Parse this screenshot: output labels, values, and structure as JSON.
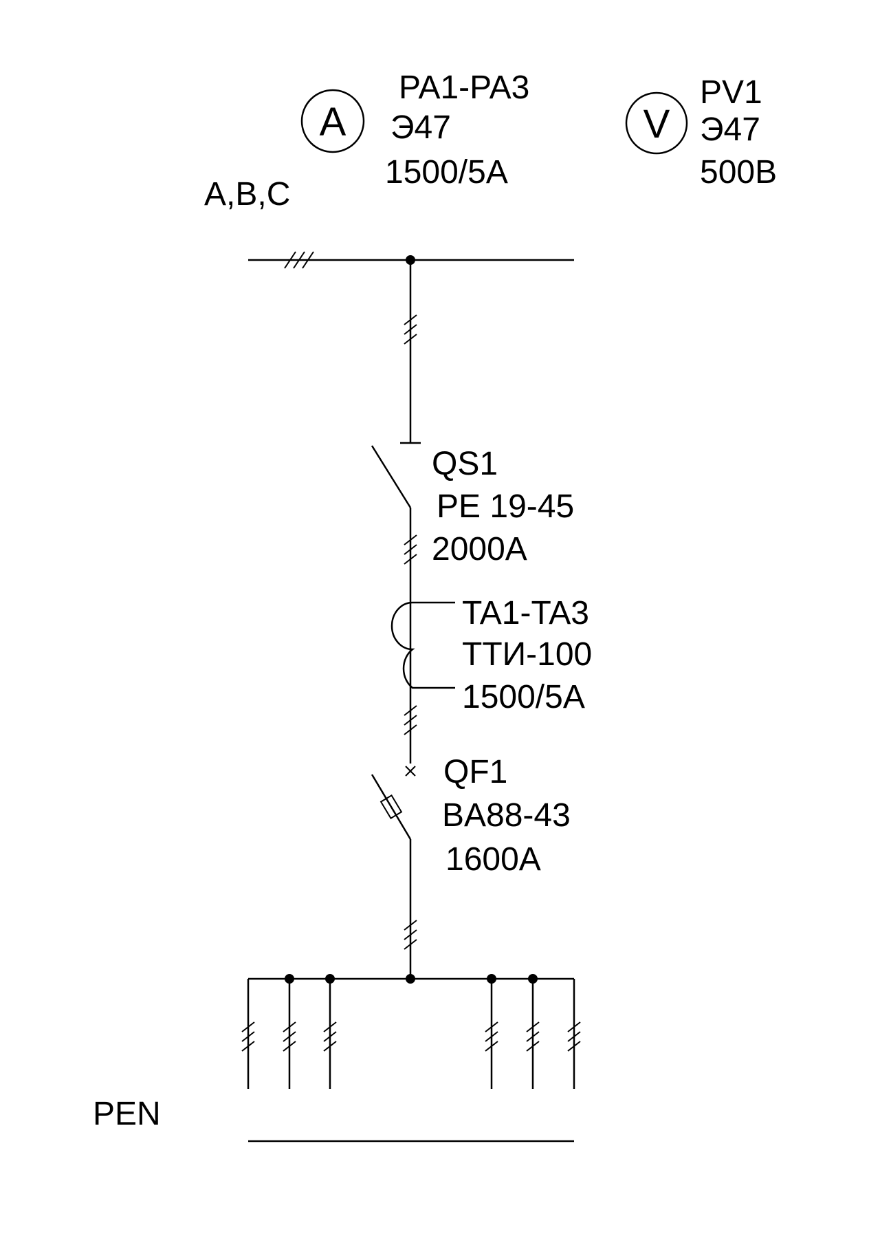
{
  "meters": {
    "ammeter": {
      "symbol": "A",
      "designation": "PA1-PA3",
      "type": "Э47",
      "rating": "1500/5A"
    },
    "voltmeter": {
      "symbol": "V",
      "designation": "PV1",
      "type": "Э47",
      "rating": "500В"
    }
  },
  "busbar": {
    "phases_label": "A,B,C"
  },
  "disconnector": {
    "designation": "QS1",
    "type": "PE 19-45",
    "rating": "2000A"
  },
  "current_transformer": {
    "designation": "TA1-TA3",
    "type": "ТТИ-100",
    "rating": "1500/5A"
  },
  "circuit_breaker": {
    "designation": "QF1",
    "type": "BA88-43",
    "rating": "1600A"
  },
  "pen": {
    "label": "PEN"
  },
  "colors": {
    "line": "#000000",
    "background": "#ffffff"
  }
}
